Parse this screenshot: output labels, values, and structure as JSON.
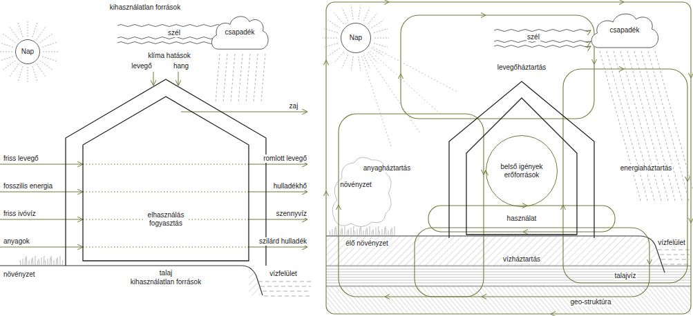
{
  "diagram": {
    "nodes": [
      {
        "text": [
          "Nap"
        ]
      },
      {
        "text": [
          "csapadék"
        ]
      },
      {
        "text": [
          "elhasználás fogyasztás"
        ]
      },
      {
        "text": [
          "Nap"
        ]
      },
      {
        "text": [
          "csapadék"
        ]
      },
      {
        "text": [
          "használat"
        ]
      },
      {
        "text": [
          "belső igények erőforrások"
        ],
        "in": 5
      }
    ],
    "labels": [
      "kihasználatlan források",
      "szél",
      "klíma hatások",
      "levegő",
      "hang",
      "zaj",
      "friss levegő",
      "romlott levegő",
      "fosszilis energia",
      "hulladékhő",
      "friss ivóvíz",
      "szennyvíz",
      "anyagok",
      "szilárd hulladék",
      "növényzet",
      "talaj",
      "kihasználatlan források",
      "vízfelület",
      "szél",
      "levegőháztartás",
      "anyagháztartás",
      "energiaháztartás",
      "növényzet",
      "élő növényzet",
      "vízfelület",
      "vízháztartás",
      "talajvíz",
      "geo-struktúra"
    ]
  }
}
